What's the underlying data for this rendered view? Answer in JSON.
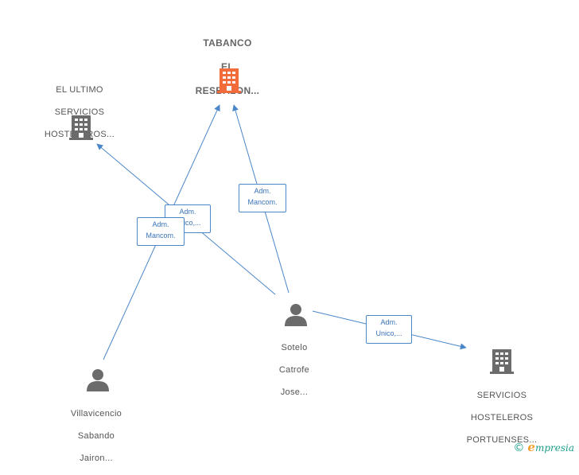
{
  "nodes": {
    "tabanco": {
      "lines": [
        "TABANCO",
        "EL",
        "RESBALON..."
      ],
      "color": "#f26b3a"
    },
    "el_ultimo": {
      "lines": [
        "EL ULTIMO",
        "SERVICIOS",
        "HOSTELEROS..."
      ],
      "color": "#6b6b6b"
    },
    "servicios_portuenses": {
      "lines": [
        "SERVICIOS",
        "HOSTELEROS",
        "PORTUENSES..."
      ],
      "color": "#6b6b6b"
    },
    "sotelo": {
      "lines": [
        "Sotelo",
        "Catrofe",
        "Jose..."
      ],
      "color": "#6b6b6b"
    },
    "villavicencio": {
      "lines": [
        "Villavicencio",
        "Sabando",
        "Jairon..."
      ],
      "color": "#6b6b6b"
    }
  },
  "edges": {
    "sotelo_tabanco": {
      "lines": [
        "Adm.",
        "Mancom."
      ]
    },
    "sotelo_el_ultimo": {
      "lines": [
        "Adm.",
        "Unico,..."
      ]
    },
    "villavicencio_tabanco": {
      "lines": [
        "Adm.",
        "Mancom."
      ]
    },
    "sotelo_servicios": {
      "lines": [
        "Adm.",
        "Unico,..."
      ]
    }
  },
  "colors": {
    "edge": "#4a86c8",
    "icon": "#6b6b6b",
    "accent": "#f26b3a"
  },
  "brand": {
    "copyright": "©",
    "name_initial": "e",
    "name_rest": "mpresia"
  }
}
